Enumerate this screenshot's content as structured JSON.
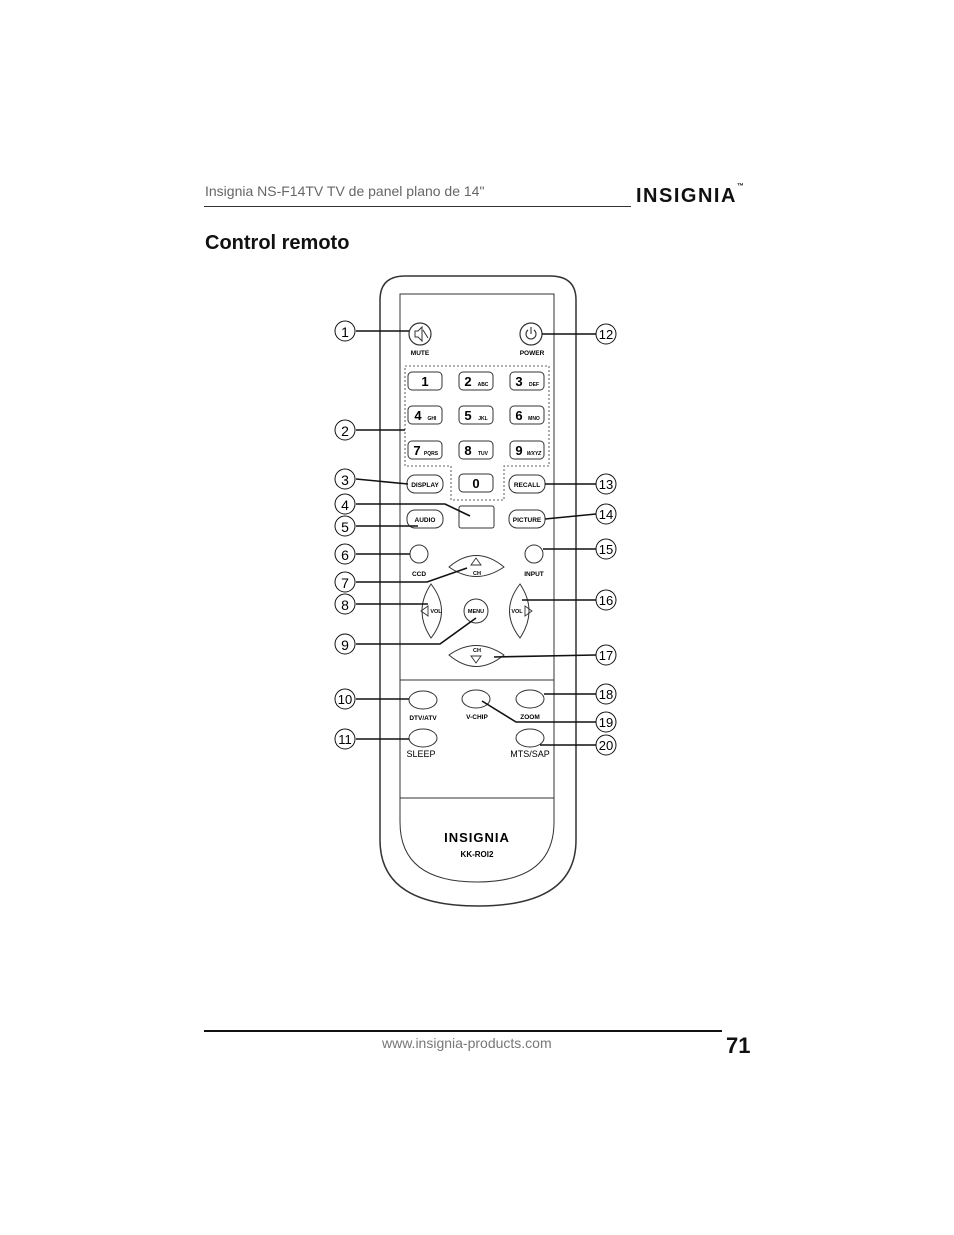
{
  "header": {
    "title": "Insignia NS-F14TV TV de panel plano de 14\"",
    "brand": "INSIGNIA",
    "brand_tm": "™"
  },
  "section_title": "Control remoto",
  "remote": {
    "brand": "INSIGNIA",
    "model": "KK-ROI2",
    "mute_label": "MUTE",
    "power_label": "POWER",
    "keys": [
      {
        "digit": "1",
        "letters": ""
      },
      {
        "digit": "2",
        "letters": "ABC"
      },
      {
        "digit": "3",
        "letters": "DEF"
      },
      {
        "digit": "4",
        "letters": "GHI"
      },
      {
        "digit": "5",
        "letters": "JKL"
      },
      {
        "digit": "6",
        "letters": "MNO"
      },
      {
        "digit": "7",
        "letters": "PQRS"
      },
      {
        "digit": "8",
        "letters": "TUV"
      },
      {
        "digit": "9",
        "letters": "WXYZ"
      },
      {
        "digit": "0",
        "letters": ""
      }
    ],
    "display_label": "DISPLAY",
    "recall_label": "RECALL",
    "audio_label": "AUDIO",
    "picture_label": "PICTURE",
    "ccd_label": "CCD",
    "input_label": "INPUT",
    "ch_label": "CH",
    "vol_label": "VOL",
    "menu_label": "MENU",
    "dtv_label": "DTV/ATV",
    "vchip_label": "V-CHIP",
    "zoom_label": "ZOOM",
    "sleep_label": "SLEEP",
    "mts_label": "MTS/SAP"
  },
  "callouts": [
    "1",
    "2",
    "3",
    "4",
    "5",
    "6",
    "7",
    "8",
    "9",
    "10",
    "11",
    "12",
    "13",
    "14",
    "15",
    "16",
    "17",
    "18",
    "19",
    "20"
  ],
  "footer": {
    "url": "www.insignia-products.com",
    "page": "71"
  }
}
